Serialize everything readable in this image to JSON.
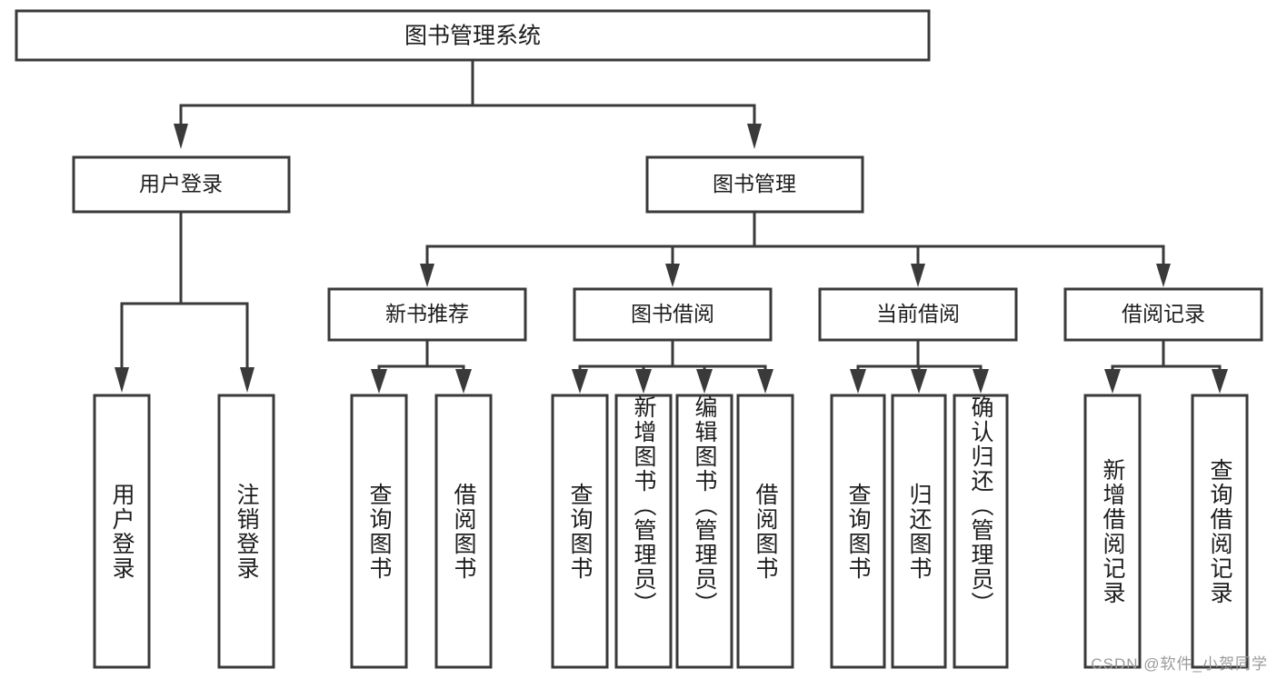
{
  "diagram": {
    "type": "tree-hierarchy",
    "title": "图书管理系统",
    "orientation": "top-down",
    "watermark": "CSDN @软件_小贺同学",
    "colors": {
      "box_stroke": "#3a3a3a",
      "box_fill": "#ffffff",
      "connector": "#3a3a3a",
      "text": "#1d1d1d",
      "watermark": "#9b9b9b",
      "background": "#ffffff"
    },
    "root": {
      "label": "图书管理系统"
    },
    "level1": [
      {
        "id": "user-login",
        "label": "用户登录"
      },
      {
        "id": "book-management",
        "label": "图书管理"
      }
    ],
    "level2": [
      {
        "id": "new-book-recommend",
        "label": "新书推荐",
        "parent": "book-management"
      },
      {
        "id": "book-borrow",
        "label": "图书借阅",
        "parent": "book-management"
      },
      {
        "id": "current-borrow",
        "label": "当前借阅",
        "parent": "book-management"
      },
      {
        "id": "borrow-record",
        "label": "借阅记录",
        "parent": "book-management"
      }
    ],
    "leaves": {
      "user-login": [
        {
          "id": "leaf-user-login",
          "label": "用户登录"
        },
        {
          "id": "leaf-user-logout",
          "label": "注销登录"
        }
      ],
      "new-book-recommend": [
        {
          "id": "leaf-query-book-1",
          "label": "查询图书"
        },
        {
          "id": "leaf-borrow-book-1",
          "label": "借阅图书"
        }
      ],
      "book-borrow": [
        {
          "id": "leaf-query-book-2",
          "label": "查询图书"
        },
        {
          "id": "leaf-add-book",
          "label": "新增图书（管理员）"
        },
        {
          "id": "leaf-edit-book",
          "label": "编辑图书（管理员）"
        },
        {
          "id": "leaf-borrow-book-2",
          "label": "借阅图书"
        }
      ],
      "current-borrow": [
        {
          "id": "leaf-query-book-3",
          "label": "查询图书"
        },
        {
          "id": "leaf-return-book",
          "label": "归还图书"
        },
        {
          "id": "leaf-confirm-return",
          "label": "确认归还（管理员）"
        }
      ],
      "borrow-record": [
        {
          "id": "leaf-add-record",
          "label": "新增借阅记录"
        },
        {
          "id": "leaf-query-record",
          "label": "查询借阅记录"
        }
      ]
    }
  }
}
